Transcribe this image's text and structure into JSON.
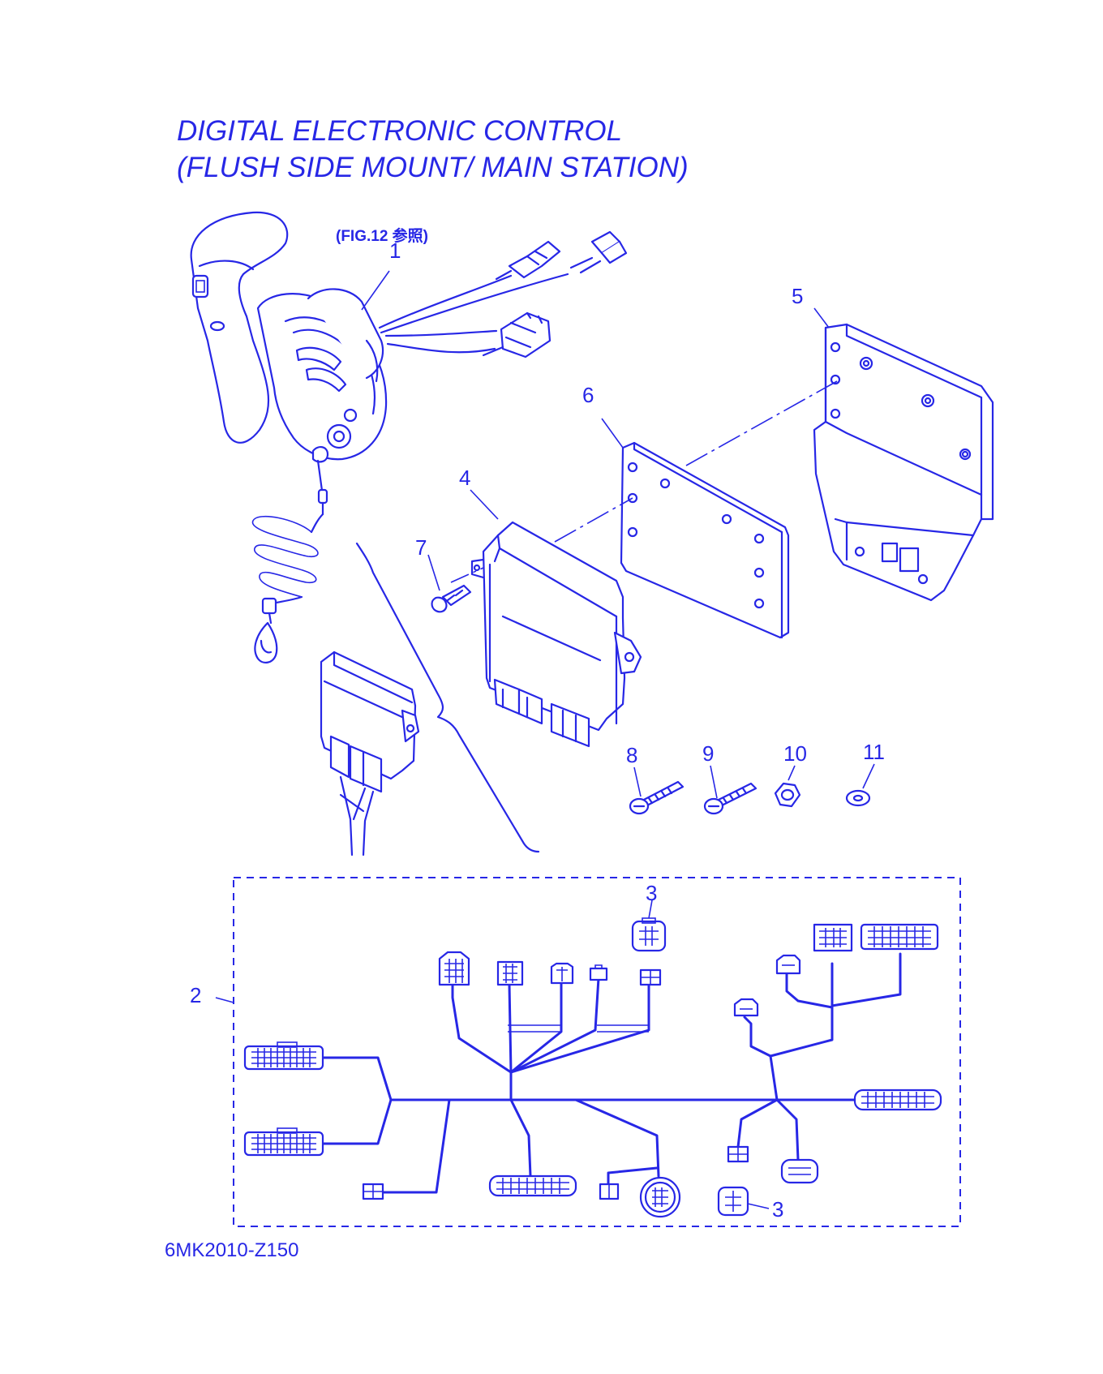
{
  "title": {
    "line1": "DIGITAL ELECTRONIC CONTROL",
    "line2": "(FLUSH SIDE MOUNT/ MAIN STATION)"
  },
  "reference_note": "(FIG.12 参照)",
  "drawing_code": "6MK2010-Z150",
  "callouts": {
    "c1": "1",
    "c2": "2",
    "c3a": "3",
    "c3b": "3",
    "c4": "4",
    "c5": "5",
    "c6": "6",
    "c7": "7",
    "c8": "8",
    "c9": "9",
    "c10": "10",
    "c11": "11"
  },
  "colors": {
    "line": "#2727e6",
    "background": "#ffffff"
  }
}
